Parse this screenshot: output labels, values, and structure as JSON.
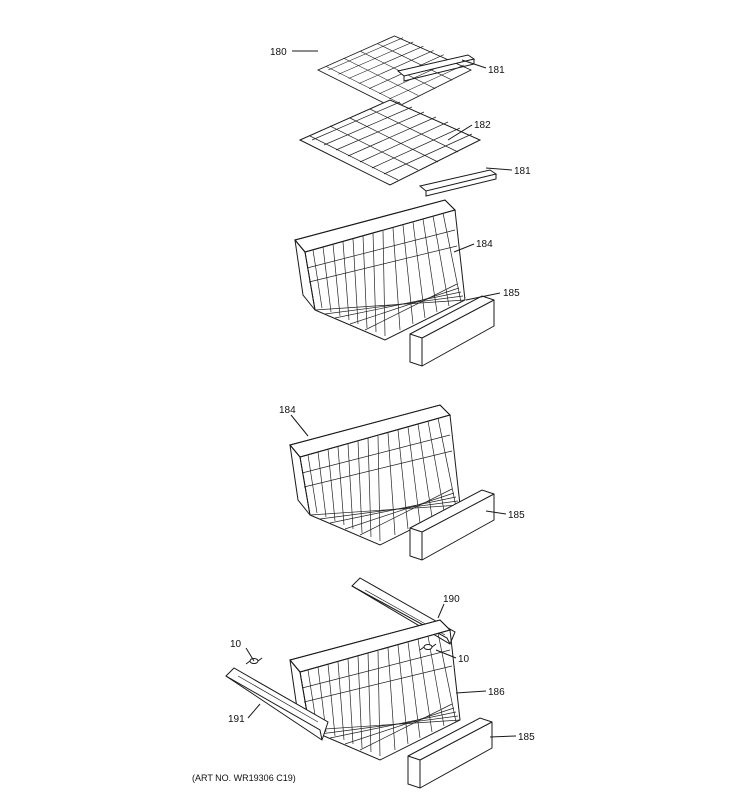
{
  "callouts": {
    "c180": "180",
    "c181a": "181",
    "c182": "182",
    "c181b": "181",
    "c184a": "184",
    "c185a": "185",
    "c184b": "184",
    "c185b": "185",
    "c190": "190",
    "c10a": "10",
    "c10b": "10",
    "c186": "186",
    "c191": "191",
    "c185c": "185"
  },
  "art_number": "(ART NO. WR19306 C19)"
}
